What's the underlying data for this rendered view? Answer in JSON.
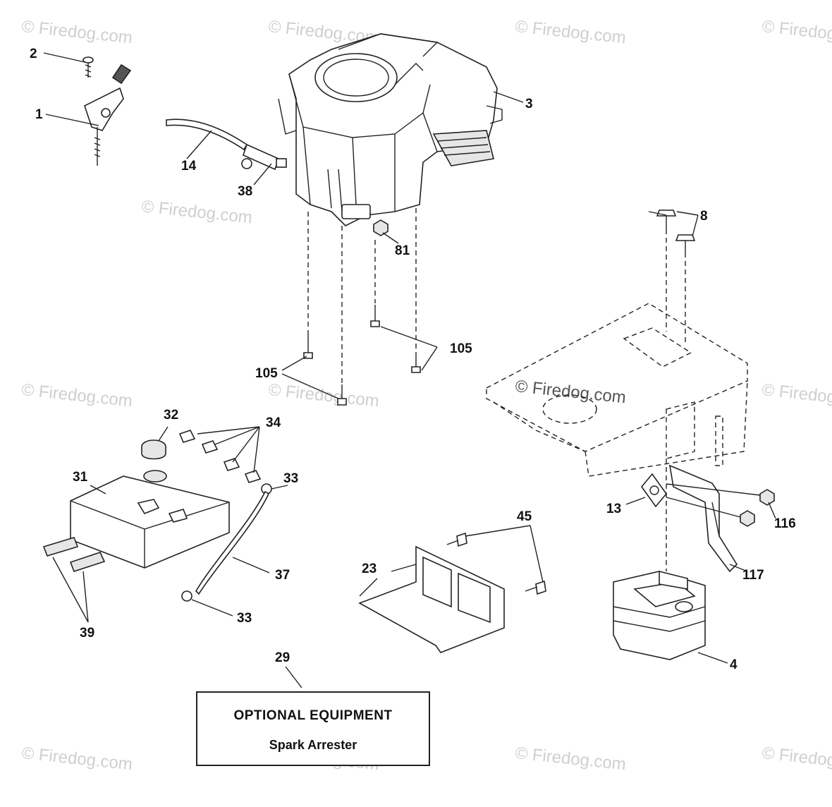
{
  "diagram": {
    "callouts": {
      "c1": "1",
      "c2": "2",
      "c3": "3",
      "c4": "4",
      "c8": "8",
      "c13": "13",
      "c14": "14",
      "c23": "23",
      "c29": "29",
      "c31": "31",
      "c32": "32",
      "c33a": "33",
      "c33b": "33",
      "c34": "34",
      "c37": "37",
      "c38": "38",
      "c39": "39",
      "c45": "45",
      "c81": "81",
      "c105a": "105",
      "c105b": "105",
      "c116": "116",
      "c117": "117"
    },
    "watermarks": {
      "wm1": "© Firedog.com",
      "wm2": "© Firedog.com",
      "wm3": "© Firedog.com",
      "wm4": "© Firedog.com",
      "wm5": "© Firedog.com",
      "wm6": "© Firedog.com",
      "wm7": "© Firedog.com",
      "wm8": "© Firedog.com",
      "wm9": "© Firedog.com",
      "wm10": "© Firedog.com",
      "wm11": "© Firedog.com",
      "wm12": "© Firedog.com",
      "wm13": "© Firedog.com"
    },
    "note_box": {
      "title": "OPTIONAL EQUIPMENT",
      "subtitle": "Spark Arrester"
    }
  }
}
